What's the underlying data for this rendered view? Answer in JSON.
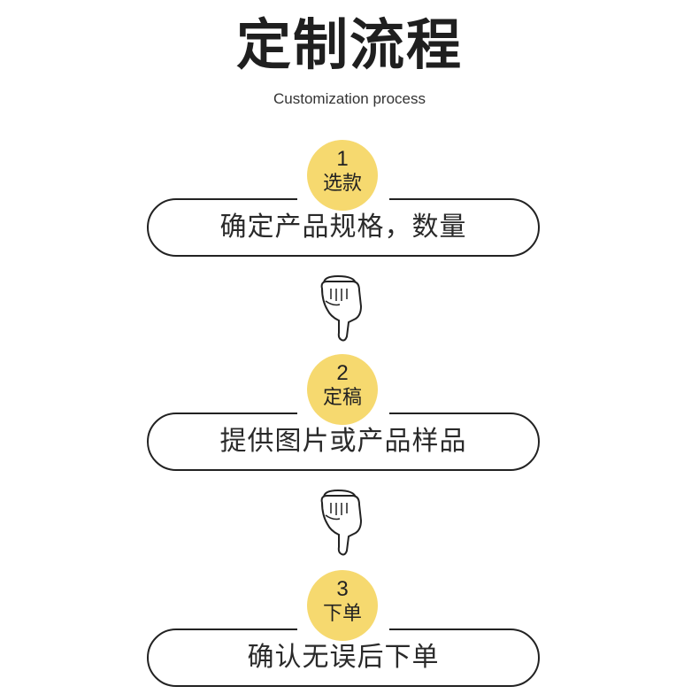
{
  "header": {
    "title": "定制流程",
    "subtitle": "Customization process"
  },
  "steps": [
    {
      "number": "1",
      "label": "选款",
      "description": "确定产品规格，数量"
    },
    {
      "number": "2",
      "label": "定稿",
      "description": "提供图片或产品样品"
    },
    {
      "number": "3",
      "label": "下单",
      "description": "确认无误后下单"
    }
  ],
  "colors": {
    "badge": "#f6d96f",
    "outline": "#222222"
  },
  "icons": {
    "connector": "pointing-hand-down-icon"
  }
}
